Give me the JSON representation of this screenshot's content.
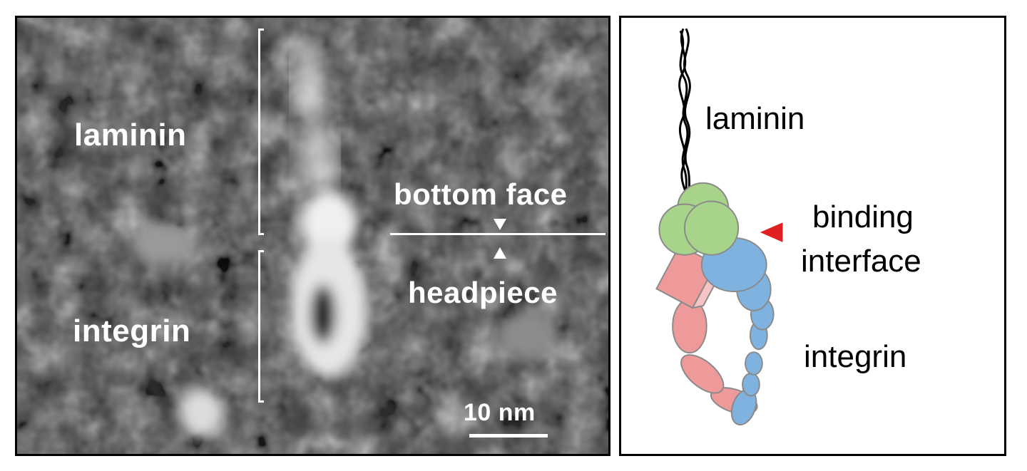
{
  "em_panel": {
    "labels": {
      "laminin": "laminin",
      "integrin": "integrin",
      "bottom_face": "bottom face",
      "headpiece": "headpiece",
      "scale": "10 nm"
    }
  },
  "schematic_panel": {
    "labels": {
      "laminin": "laminin",
      "binding": "binding",
      "interface": "interface",
      "integrin": "integrin"
    },
    "colors": {
      "laminin_domain": "#a8d38a",
      "integrin_alpha": "#ee9a9a",
      "integrin_beta": "#7fb2de",
      "interface_marker": "#e02020",
      "outline": "#8a8a8a"
    }
  }
}
